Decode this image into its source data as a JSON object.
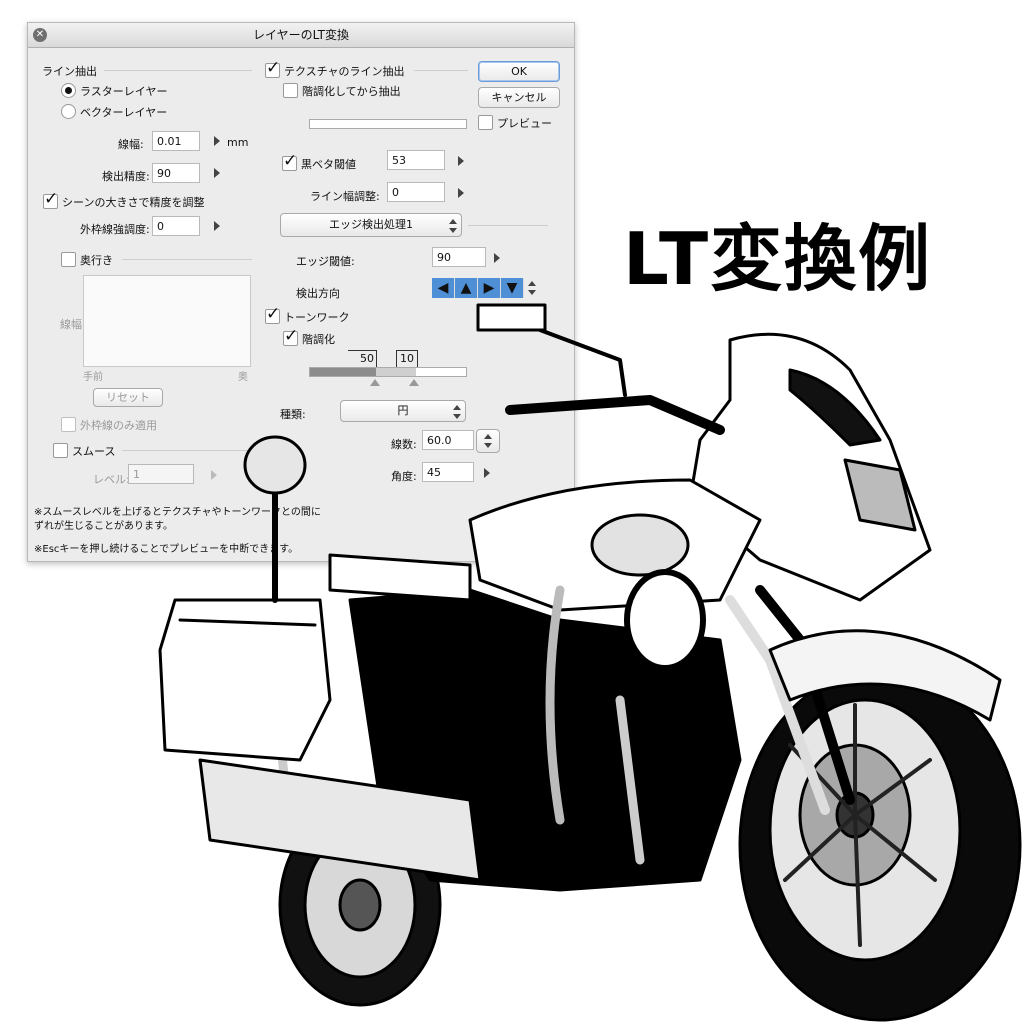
{
  "dialog": {
    "title": "レイヤーのLT変換",
    "close_icon": "close-icon",
    "left": {
      "section_line": "ライン抽出",
      "radio_raster": "ラスターレイヤー",
      "radio_vector": "ベクターレイヤー",
      "line_width_label": "線幅:",
      "line_width_value": "0.01",
      "line_width_unit": "mm",
      "precision_label": "検出精度:",
      "precision_value": "90",
      "scene_check": "シーンの大きさで精度を調整",
      "outline_label": "外枠線強調度:",
      "outline_value": "0",
      "depth_check": "奥行き",
      "graph_label": "線幅",
      "graph_near": "手前",
      "graph_far": "奥",
      "reset_button": "リセット",
      "outline_only_check": "外枠線のみ適用",
      "smooth_check": "スムース",
      "level_label": "レベル:",
      "level_value": "1"
    },
    "right": {
      "texture_check": "テクスチャのライン抽出",
      "posterize_check": "階調化してから抽出",
      "black_check": "黒ベタ閾値",
      "black_value": "53",
      "line_adjust_label": "ライン幅調整:",
      "line_adjust_value": "0",
      "edge_select": "エッジ検出処理1",
      "edge_threshold_label": "エッジ閾値:",
      "edge_threshold_value": "90",
      "direction_label": "検出方向",
      "direction_icons": [
        "arrow-left-icon",
        "arrow-up-icon",
        "arrow-right-icon",
        "arrow-down-icon"
      ],
      "tone_check": "トーンワーク",
      "tone_posterize_check": "階調化",
      "slider_value_a": "50",
      "slider_value_b": "10",
      "kind_label": "種類:",
      "kind_value": "円",
      "lines_label": "線数:",
      "lines_value": "60.0",
      "angle_label": "角度:",
      "angle_value": "45"
    },
    "buttons": {
      "ok": "OK",
      "cancel": "キャンセル",
      "preview": "プレビュー"
    },
    "notes": {
      "note1_line1": "※スムースレベルを上げるとテクスチャやトーンワークとの間に",
      "note1_line2": "ずれが生じることがあります。",
      "note2": "※Escキーを押し続けることでプレビューを中断できます。"
    }
  },
  "headline": "LT変換例",
  "illustration": "motorcycle-lineart"
}
